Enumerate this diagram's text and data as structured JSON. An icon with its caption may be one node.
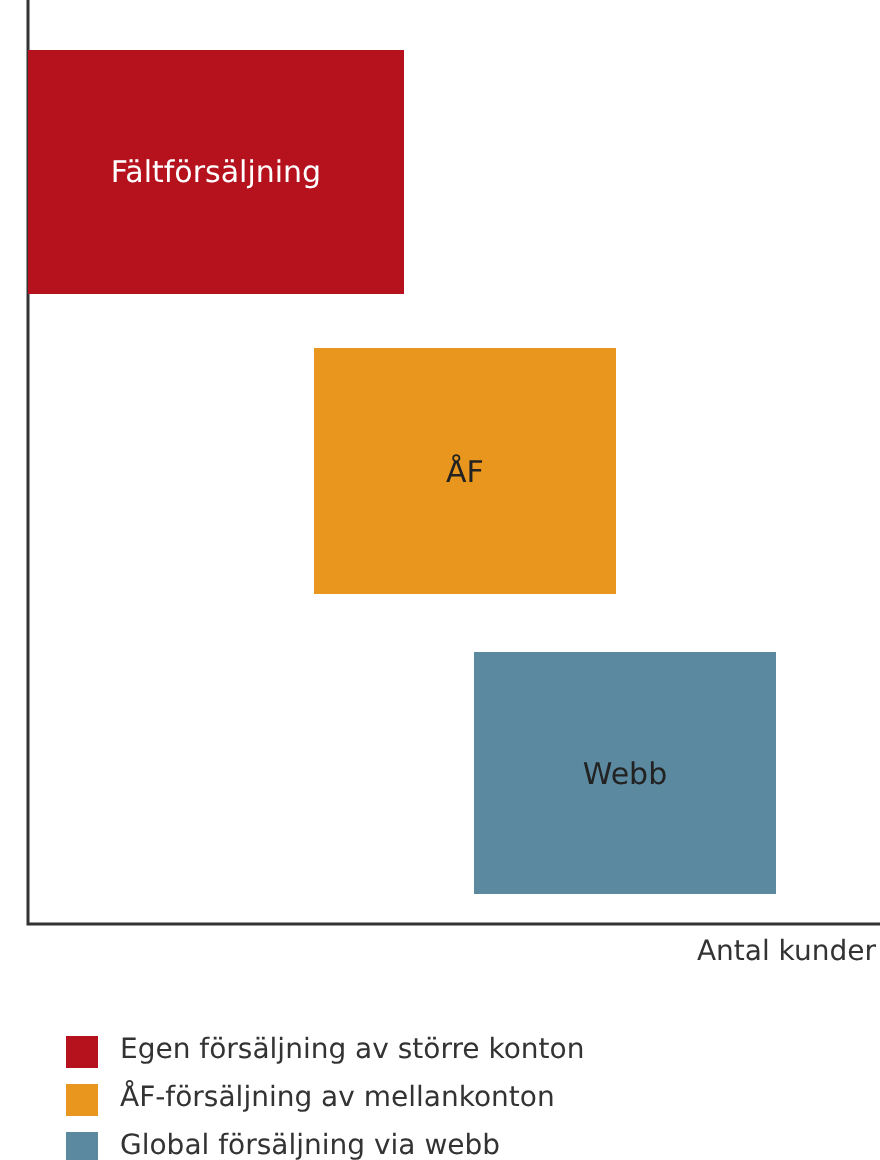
{
  "diagram": {
    "nodes": [
      {
        "text": [
          "Fältförsäljning"
        ]
      },
      {
        "text": [
          "ÅF"
        ]
      },
      {
        "text": [
          "Webb"
        ]
      }
    ],
    "edges": [],
    "labels": [
      "Antal kunder"
    ],
    "legend": [
      {
        "text": "Egen försäljning av större konton",
        "color": "#b5121e"
      },
      {
        "text": "ÅF-försäljning av mellankonton",
        "color": "#e8961e"
      },
      {
        "text": "Global försäljning via webb",
        "color": "#5b89a0"
      }
    ]
  }
}
